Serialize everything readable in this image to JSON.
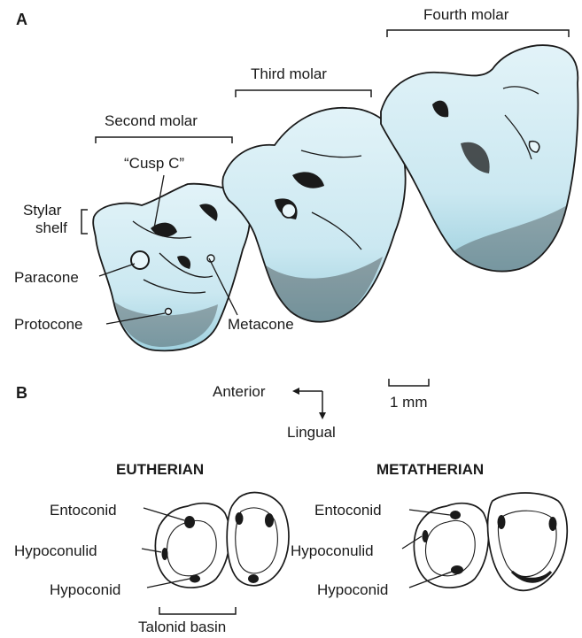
{
  "panels": {
    "a": {
      "letter": "A",
      "molars": {
        "second": "Second molar",
        "third": "Third molar",
        "fourth": "Fourth molar"
      },
      "cusps": {
        "cusp_c": "“Cusp C”",
        "stylar": "Stylar",
        "shelf": "shelf",
        "paracone": "Paracone",
        "protocone": "Protocone",
        "metacone": "Metacone"
      }
    },
    "b": {
      "letter": "B",
      "orientation": {
        "anterior": "Anterior",
        "lingual": "Lingual"
      },
      "scale": "1 mm",
      "eutherian": {
        "title": "EUTHERIAN",
        "entoconid": "Entoconid",
        "hypoconulid": "Hypoconulid",
        "hypoconid": "Hypoconid",
        "talonid": "Talonid basin"
      },
      "metatherian": {
        "title": "METATHERIAN",
        "entoconid": "Entoconid",
        "hypoconulid": "Hypoconulid",
        "hypoconid": "Hypoconid"
      }
    }
  },
  "colors": {
    "tooth_fill": "#d4edf4",
    "tooth_shade": "#a9d7e3",
    "ink": "#1a1a1a"
  }
}
